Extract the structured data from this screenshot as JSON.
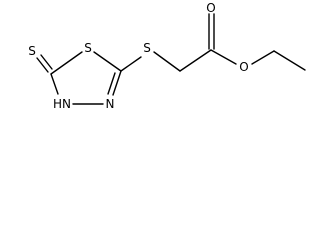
{
  "molecule": {
    "atoms": {
      "thione_s": "S",
      "ring_s": "S",
      "thioether_s": "S",
      "carbonyl_o": "O",
      "ester_o": "O",
      "ring_n": "N",
      "ring_nh": "HN"
    }
  },
  "colors": {
    "bond": "#000000",
    "label": "#000000",
    "background": "#ffffff"
  }
}
